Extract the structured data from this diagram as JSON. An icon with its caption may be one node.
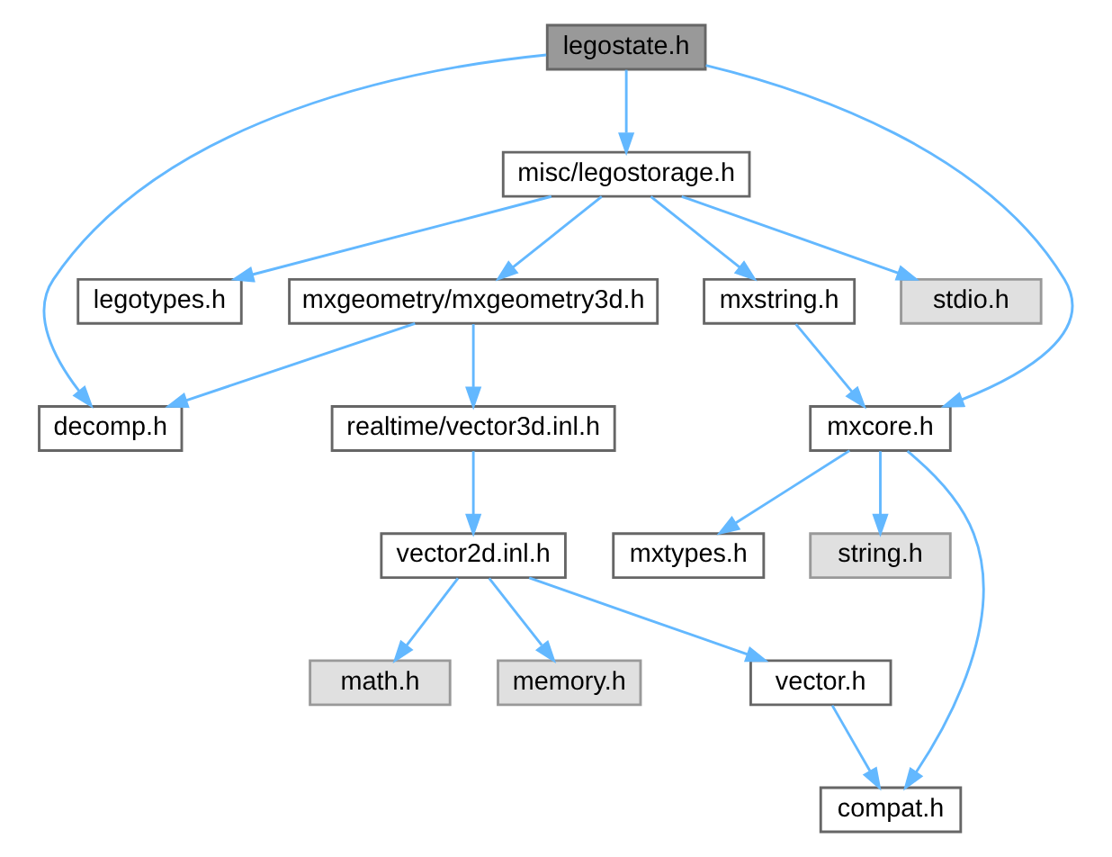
{
  "diagram": {
    "nodes": [
      {
        "text": [
          "legostate.h"
        ]
      },
      {
        "text": [
          "misc/legostorage.h"
        ]
      },
      {
        "text": [
          "legotypes.h"
        ]
      },
      {
        "text": [
          "mxgeometry/mxgeometry3d.h"
        ]
      },
      {
        "text": [
          "mxstring.h"
        ]
      },
      {
        "text": [
          "stdio.h"
        ]
      },
      {
        "text": [
          "decomp.h"
        ]
      },
      {
        "text": [
          "realtime/vector3d.inl.h"
        ]
      },
      {
        "text": [
          "mxcore.h"
        ]
      },
      {
        "text": [
          "vector2d.inl.h"
        ]
      },
      {
        "text": [
          "mxtypes.h"
        ]
      },
      {
        "text": [
          "string.h"
        ]
      },
      {
        "text": [
          "vector.h"
        ]
      },
      {
        "text": [
          "math.h"
        ]
      },
      {
        "text": [
          "memory.h"
        ]
      },
      {
        "text": [
          "compat.h"
        ]
      }
    ],
    "edges": [
      {
        "from": 0,
        "to": 1,
        "arrow": "to"
      },
      {
        "from": 0,
        "to": 6,
        "arrow": "to"
      },
      {
        "from": 0,
        "to": 8,
        "arrow": "to"
      },
      {
        "from": 1,
        "to": 2,
        "arrow": "to"
      },
      {
        "from": 1,
        "to": 3,
        "arrow": "to"
      },
      {
        "from": 1,
        "to": 4,
        "arrow": "to"
      },
      {
        "from": 1,
        "to": 5,
        "arrow": "to"
      },
      {
        "from": 3,
        "to": 6,
        "arrow": "to"
      },
      {
        "from": 3,
        "to": 7,
        "arrow": "to"
      },
      {
        "from": 4,
        "to": 8,
        "arrow": "to"
      },
      {
        "from": 7,
        "to": 9,
        "arrow": "to"
      },
      {
        "from": 8,
        "to": 10,
        "arrow": "to"
      },
      {
        "from": 8,
        "to": 11,
        "arrow": "to"
      },
      {
        "from": 8,
        "to": 15,
        "arrow": "to"
      },
      {
        "from": 9,
        "to": 12,
        "arrow": "to"
      },
      {
        "from": 9,
        "to": 13,
        "arrow": "to"
      },
      {
        "from": 9,
        "to": 14,
        "arrow": "to"
      },
      {
        "from": 12,
        "to": 15,
        "arrow": "to"
      }
    ]
  }
}
